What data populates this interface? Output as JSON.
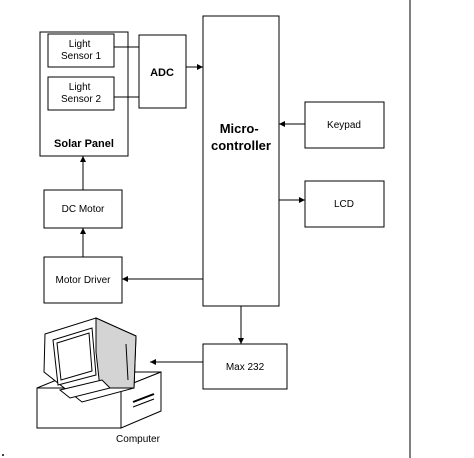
{
  "blocks": {
    "light_sensor_1": [
      "Light",
      "Sensor 1"
    ],
    "light_sensor_2": [
      "Light",
      "Sensor 2"
    ],
    "solar_panel": "Solar Panel",
    "adc": "ADC",
    "microcontroller": [
      "Micro-",
      "controller"
    ],
    "keypad": "Keypad",
    "lcd": "LCD",
    "dc_motor": "DC Motor",
    "motor_driver": "Motor Driver",
    "max232": "Max 232",
    "computer": "Computer"
  }
}
